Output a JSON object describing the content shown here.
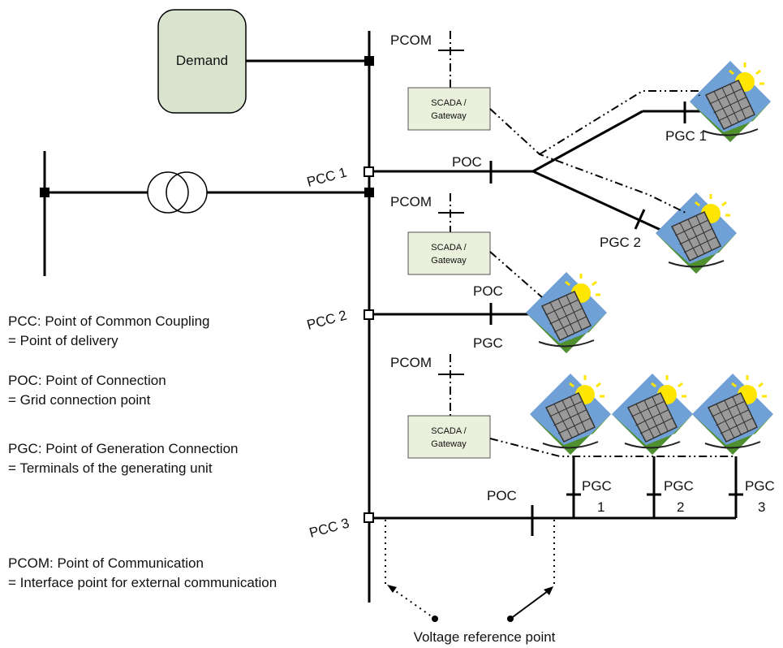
{
  "demand_label": "Demand",
  "pcc_labels": [
    "PCC 1",
    "PCC 2",
    "PCC 3"
  ],
  "pcom_label": "PCOM",
  "scada_label": [
    "SCADA /",
    "Gateway"
  ],
  "poc_label": "POC",
  "pgc_labels": {
    "branch1": "PGC 1",
    "branch2": "PGC 2",
    "feeder2": "PGC",
    "feeder3_top": "PGC",
    "feeder3_nums": [
      "1",
      "2",
      "3"
    ]
  },
  "voltage_reference_label": "Voltage reference point",
  "legend": [
    {
      "term": "PCC: Point of Common Coupling",
      "meaning": "= Point of delivery"
    },
    {
      "term": "POC: Point of Connection",
      "meaning": "= Grid connection point"
    },
    {
      "term": "PGC: Point of Generation Connection",
      "meaning": "= Terminals of the generating unit"
    },
    {
      "term": "PCOM: Point of Communication",
      "meaning": "= Interface point for external communication"
    }
  ],
  "colors": {
    "line": "#000000",
    "demand_fill": "#d9e4cf",
    "scada_fill": "#eaf0dc",
    "panel_sky": "#6fa0d6",
    "panel_ground": "#4f8f2e",
    "sun": "#ffe600",
    "panel_cells": "#8a8a8a"
  },
  "icons": [
    "solar-panel-icon",
    "transformer-icon"
  ]
}
